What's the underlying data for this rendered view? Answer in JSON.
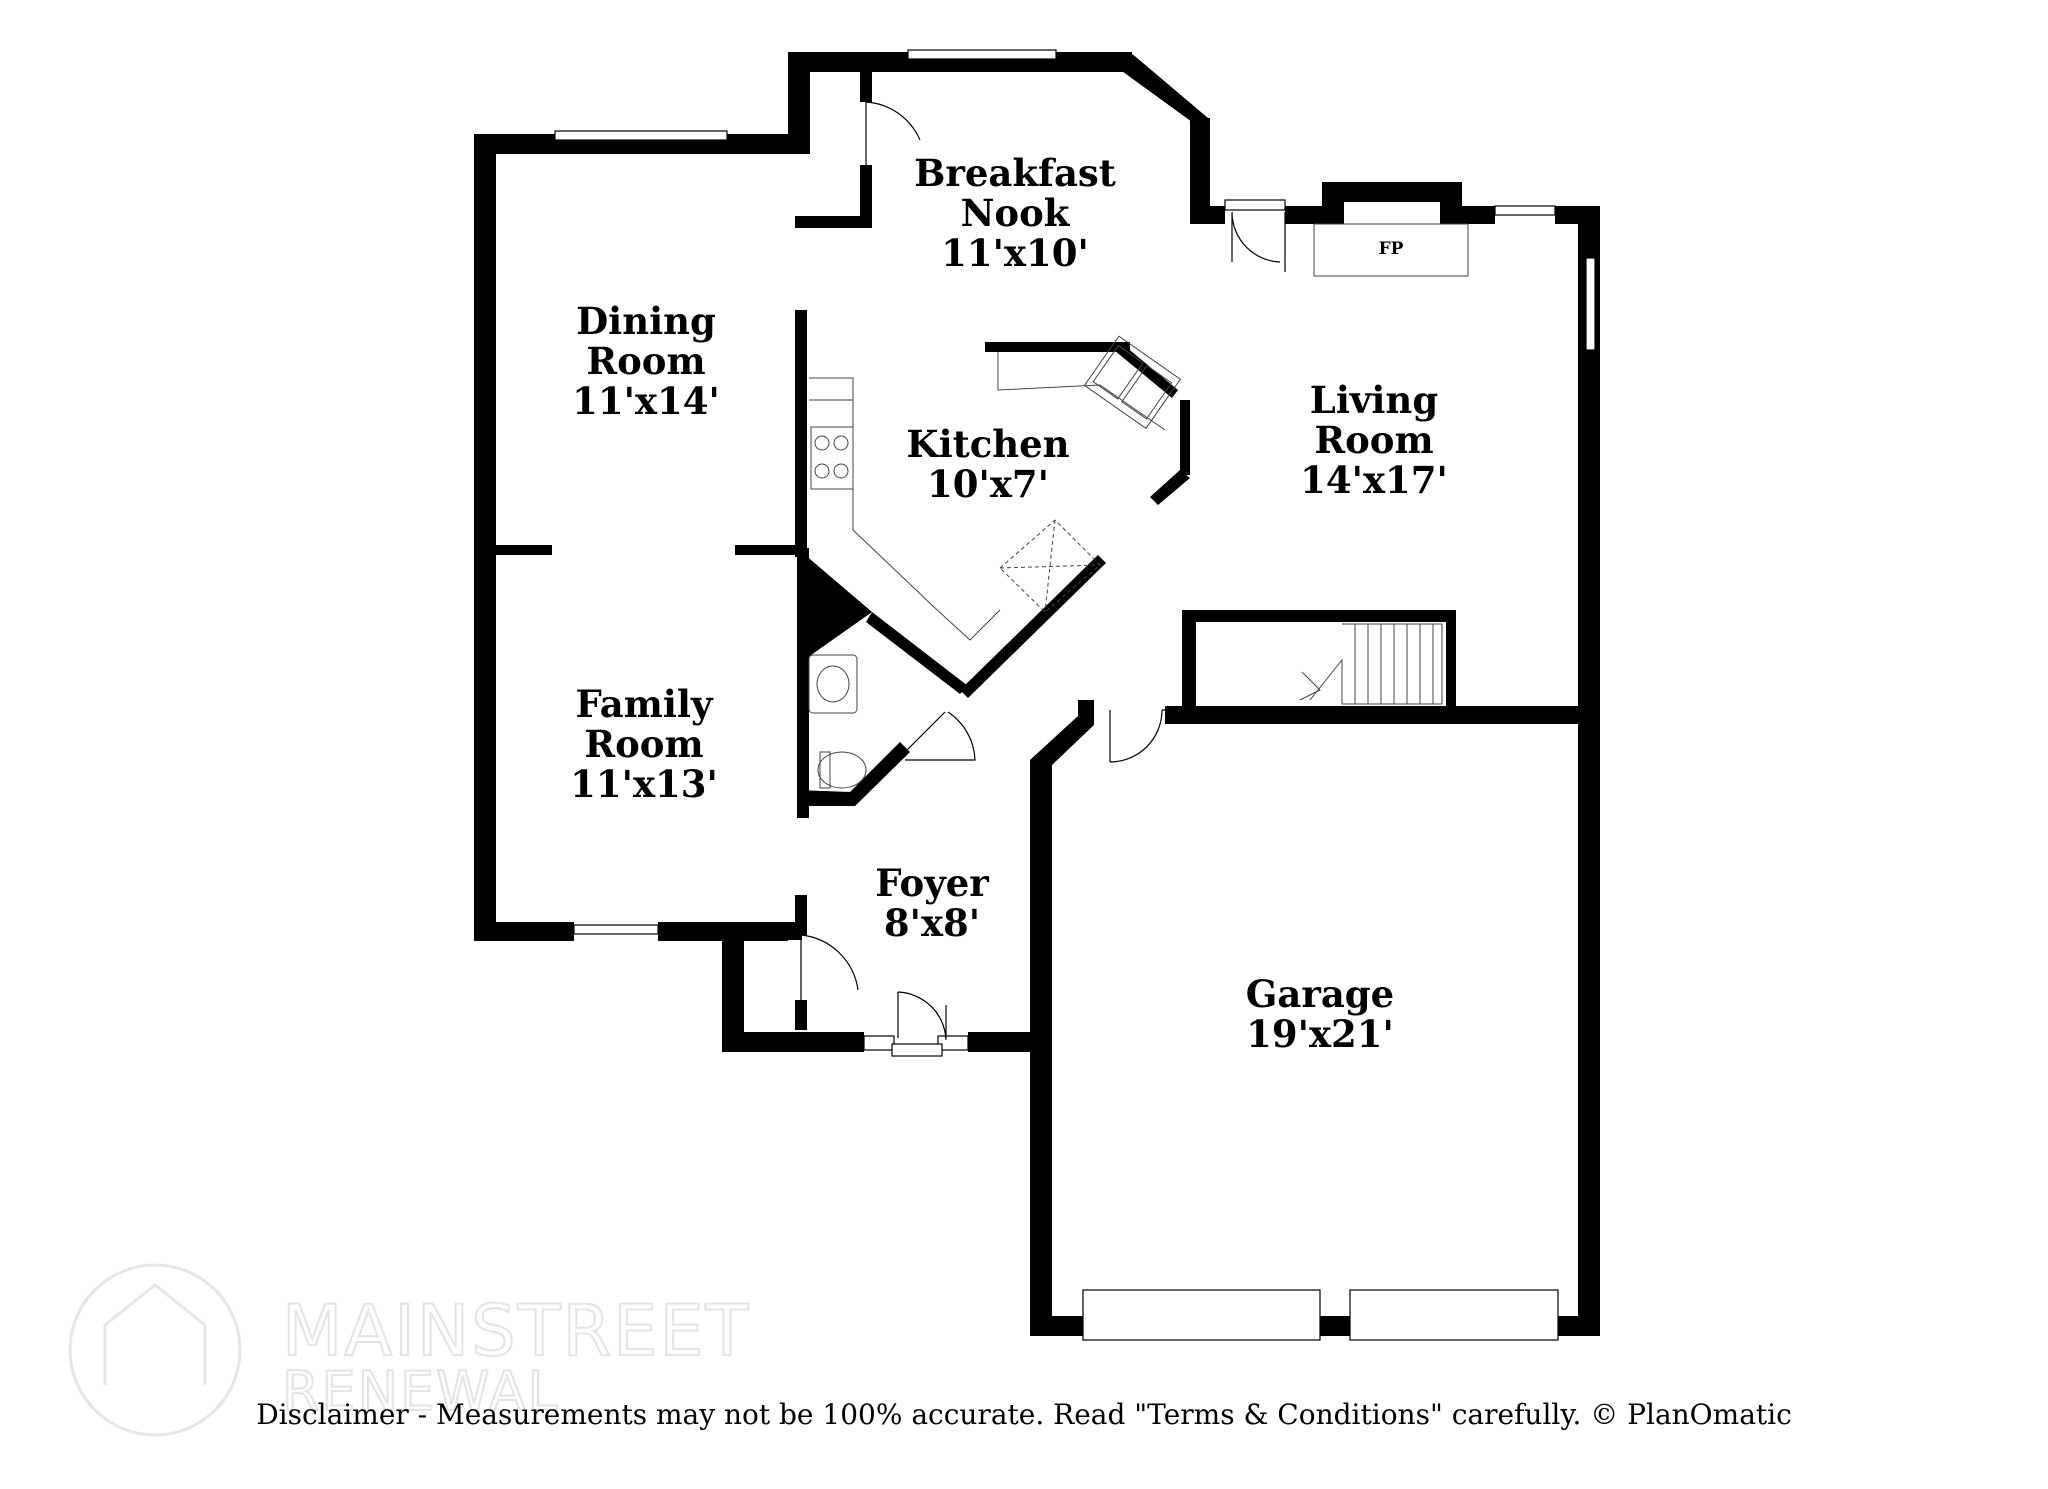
{
  "rooms": {
    "breakfast_nook": {
      "name1": "Breakfast",
      "name2": "Nook",
      "size": "11'x10'"
    },
    "dining_room": {
      "name1": "Dining",
      "name2": "Room",
      "size": "11'x14'"
    },
    "kitchen": {
      "name": "Kitchen",
      "size": "10'x7'"
    },
    "living_room": {
      "name1": "Living",
      "name2": "Room",
      "size": "14'x17'"
    },
    "family_room": {
      "name1": "Family",
      "name2": "Room",
      "size": "11'x13'"
    },
    "foyer": {
      "name": "Foyer",
      "size": "8'x8'"
    },
    "garage": {
      "name": "Garage",
      "size": "19'x21'"
    }
  },
  "fireplace_label": "FP",
  "watermark": {
    "line1": "MAINSTREET",
    "line2": "RENEWAL"
  },
  "disclaimer": "Disclaimer - Measurements may not be 100% accurate. Read \"Terms & Conditions\" carefully. © PlanOmatic"
}
